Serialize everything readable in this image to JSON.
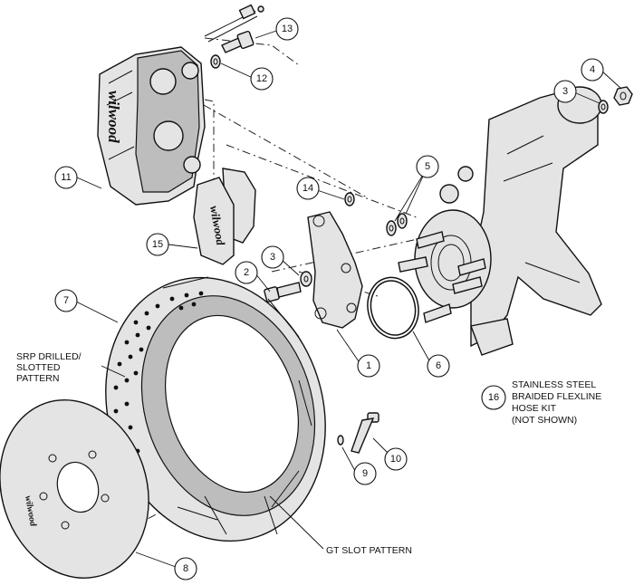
{
  "callouts": [
    "13",
    "12",
    "11",
    "15",
    "14",
    "3",
    "2",
    "5",
    "4",
    "3",
    "7",
    "1",
    "6",
    "16",
    "10",
    "9",
    "8"
  ],
  "labels": {
    "srp_line1": "SRP DRILLED/",
    "srp_line2": "SLOTTED",
    "srp_line3": "PATTERN",
    "gt_slot": "GT SLOT PATTERN",
    "kit_line1": "STAINLESS STEEL",
    "kit_line2": "BRAIDED FLEXLINE",
    "kit_line3": "HOSE KIT",
    "kit_line4": "(NOT SHOWN)"
  },
  "brand_marks": {
    "caliper": "wilwood",
    "pad": "wilwood",
    "hat": "wilwood"
  }
}
